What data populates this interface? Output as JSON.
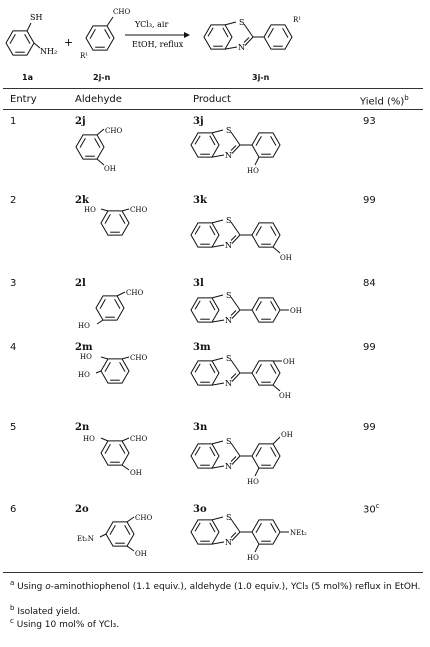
{
  "scheme": {
    "reactant1_label": "1a",
    "reactant2_label": "2j-n",
    "product_label": "3j-n",
    "plus": "+",
    "conditions_top": "YCl₃, air",
    "conditions_bottom": "EtOH, reflux",
    "r1": "R¹",
    "sh": "SH",
    "nh2": "NH₂",
    "cho": "CHO",
    "s": "S",
    "n": "N"
  },
  "table": {
    "headers": {
      "entry": "Entry",
      "aldehyde": "Aldehyde",
      "product": "Product",
      "yield": "Yield (%)",
      "yield_note": "b"
    },
    "rows": [
      {
        "entry": "1",
        "aldehyde_id": "2j",
        "product_id": "3j",
        "yield": "93",
        "yield_note": ""
      },
      {
        "entry": "2",
        "aldehyde_id": "2k",
        "product_id": "3k",
        "yield": "99",
        "yield_note": ""
      },
      {
        "entry": "3",
        "aldehyde_id": "2l",
        "product_id": "3l",
        "yield": "84",
        "yield_note": ""
      },
      {
        "entry": "4",
        "aldehyde_id": "2m",
        "product_id": "3m",
        "yield": "99",
        "yield_note": ""
      },
      {
        "entry": "5",
        "aldehyde_id": "2n",
        "product_id": "3n",
        "yield": "99",
        "yield_note": ""
      },
      {
        "entry": "6",
        "aldehyde_id": "2o",
        "product_id": "3o",
        "yield": "30",
        "yield_note": "c"
      }
    ]
  },
  "groups": {
    "oh": "OH",
    "ho": "HO",
    "cho": "CHO",
    "net2": "NEt₂",
    "et2n": "Et₂N",
    "s": "S",
    "n": "N"
  },
  "footnotes": {
    "a_mark": "a",
    "a_pre": "Using ",
    "a_italic": "o",
    "a_text": "-aminothiophenol (1.1 equiv.), aldehyde (1.0 equiv.), YCl₃ (5 mol%) reflux in EtOH.",
    "b_mark": "b",
    "b_text": "Isolated yield.",
    "c_mark": "c",
    "c_text": "Using 10 mol% of YCl₃."
  }
}
